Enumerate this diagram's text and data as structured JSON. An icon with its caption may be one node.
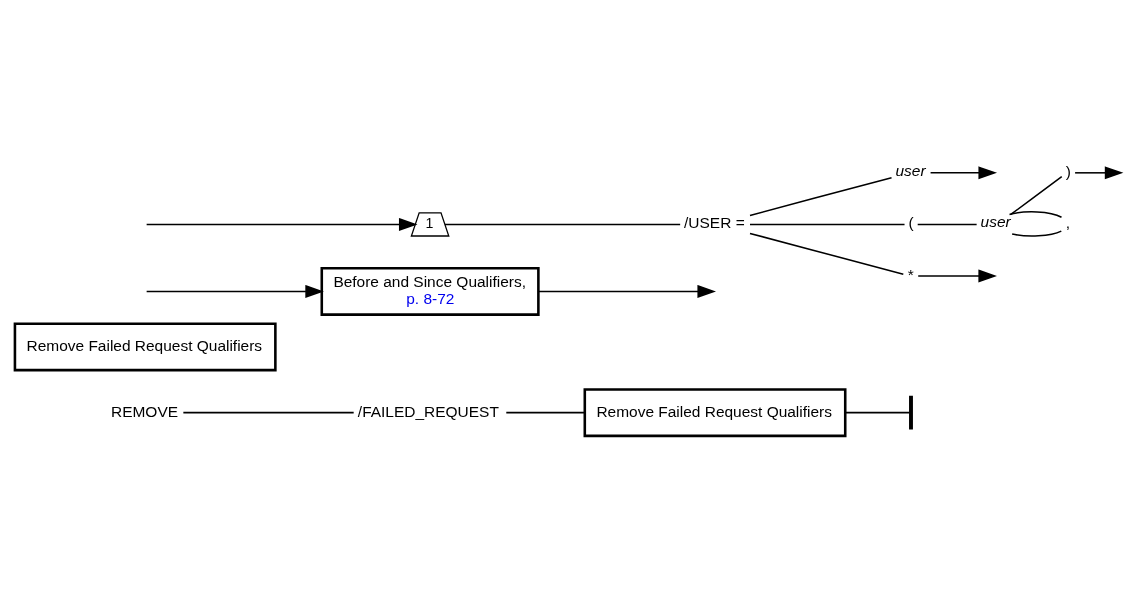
{
  "diagram": {
    "nodes": [
      {
        "text": [
          "REMOVE"
        ]
      },
      {
        "text": [
          "/FAILED_REQUEST"
        ]
      },
      {
        "text": [
          "Remove Failed Request Qualifiers"
        ]
      },
      {
        "text": [],
        "shape": "bar"
      },
      {
        "text": [
          "Remove Failed Request Qualifiers"
        ]
      },
      {
        "text": [
          "Before and Since Qualifiers,",
          "p. 8-72"
        ]
      },
      {
        "text": [
          "1"
        ]
      },
      {
        "text": [
          "/USER ="
        ]
      },
      {
        "text": [
          "user"
        ]
      },
      {
        "text": [
          "("
        ]
      },
      {
        "text": [
          "user"
        ]
      },
      {
        "text": [
          ")"
        ]
      },
      {
        "text": [
          ","
        ]
      },
      {
        "text": [
          "*"
        ]
      }
    ],
    "edges": [
      {
        "from": 0,
        "to": 1,
        "arrow": "none"
      },
      {
        "from": 1,
        "to": 2,
        "arrow": "none"
      },
      {
        "from": 2,
        "to": 3,
        "arrow": "none"
      },
      {
        "from": null,
        "to": 6,
        "arrow": "to"
      },
      {
        "from": 6,
        "to": 7,
        "arrow": "none"
      },
      {
        "from": 7,
        "to": 8,
        "arrow": "none"
      },
      {
        "from": 7,
        "to": 9,
        "arrow": "none"
      },
      {
        "from": 7,
        "to": 13,
        "arrow": "none"
      },
      {
        "from": 9,
        "to": 10,
        "arrow": "none"
      },
      {
        "from": 10,
        "to": 11,
        "arrow": "none"
      },
      {
        "from": 10,
        "to": 12,
        "arrow": "none"
      },
      {
        "from": 12,
        "to": 10,
        "arrow": "none"
      },
      {
        "from": 5,
        "to": null,
        "arrow": "to"
      },
      {
        "from": 8,
        "to": null,
        "arrow": "to"
      },
      {
        "from": 11,
        "to": null,
        "arrow": "to"
      },
      {
        "from": 13,
        "to": null,
        "arrow": "to"
      },
      {
        "from": null,
        "to": 5,
        "arrow": "to"
      }
    ]
  }
}
